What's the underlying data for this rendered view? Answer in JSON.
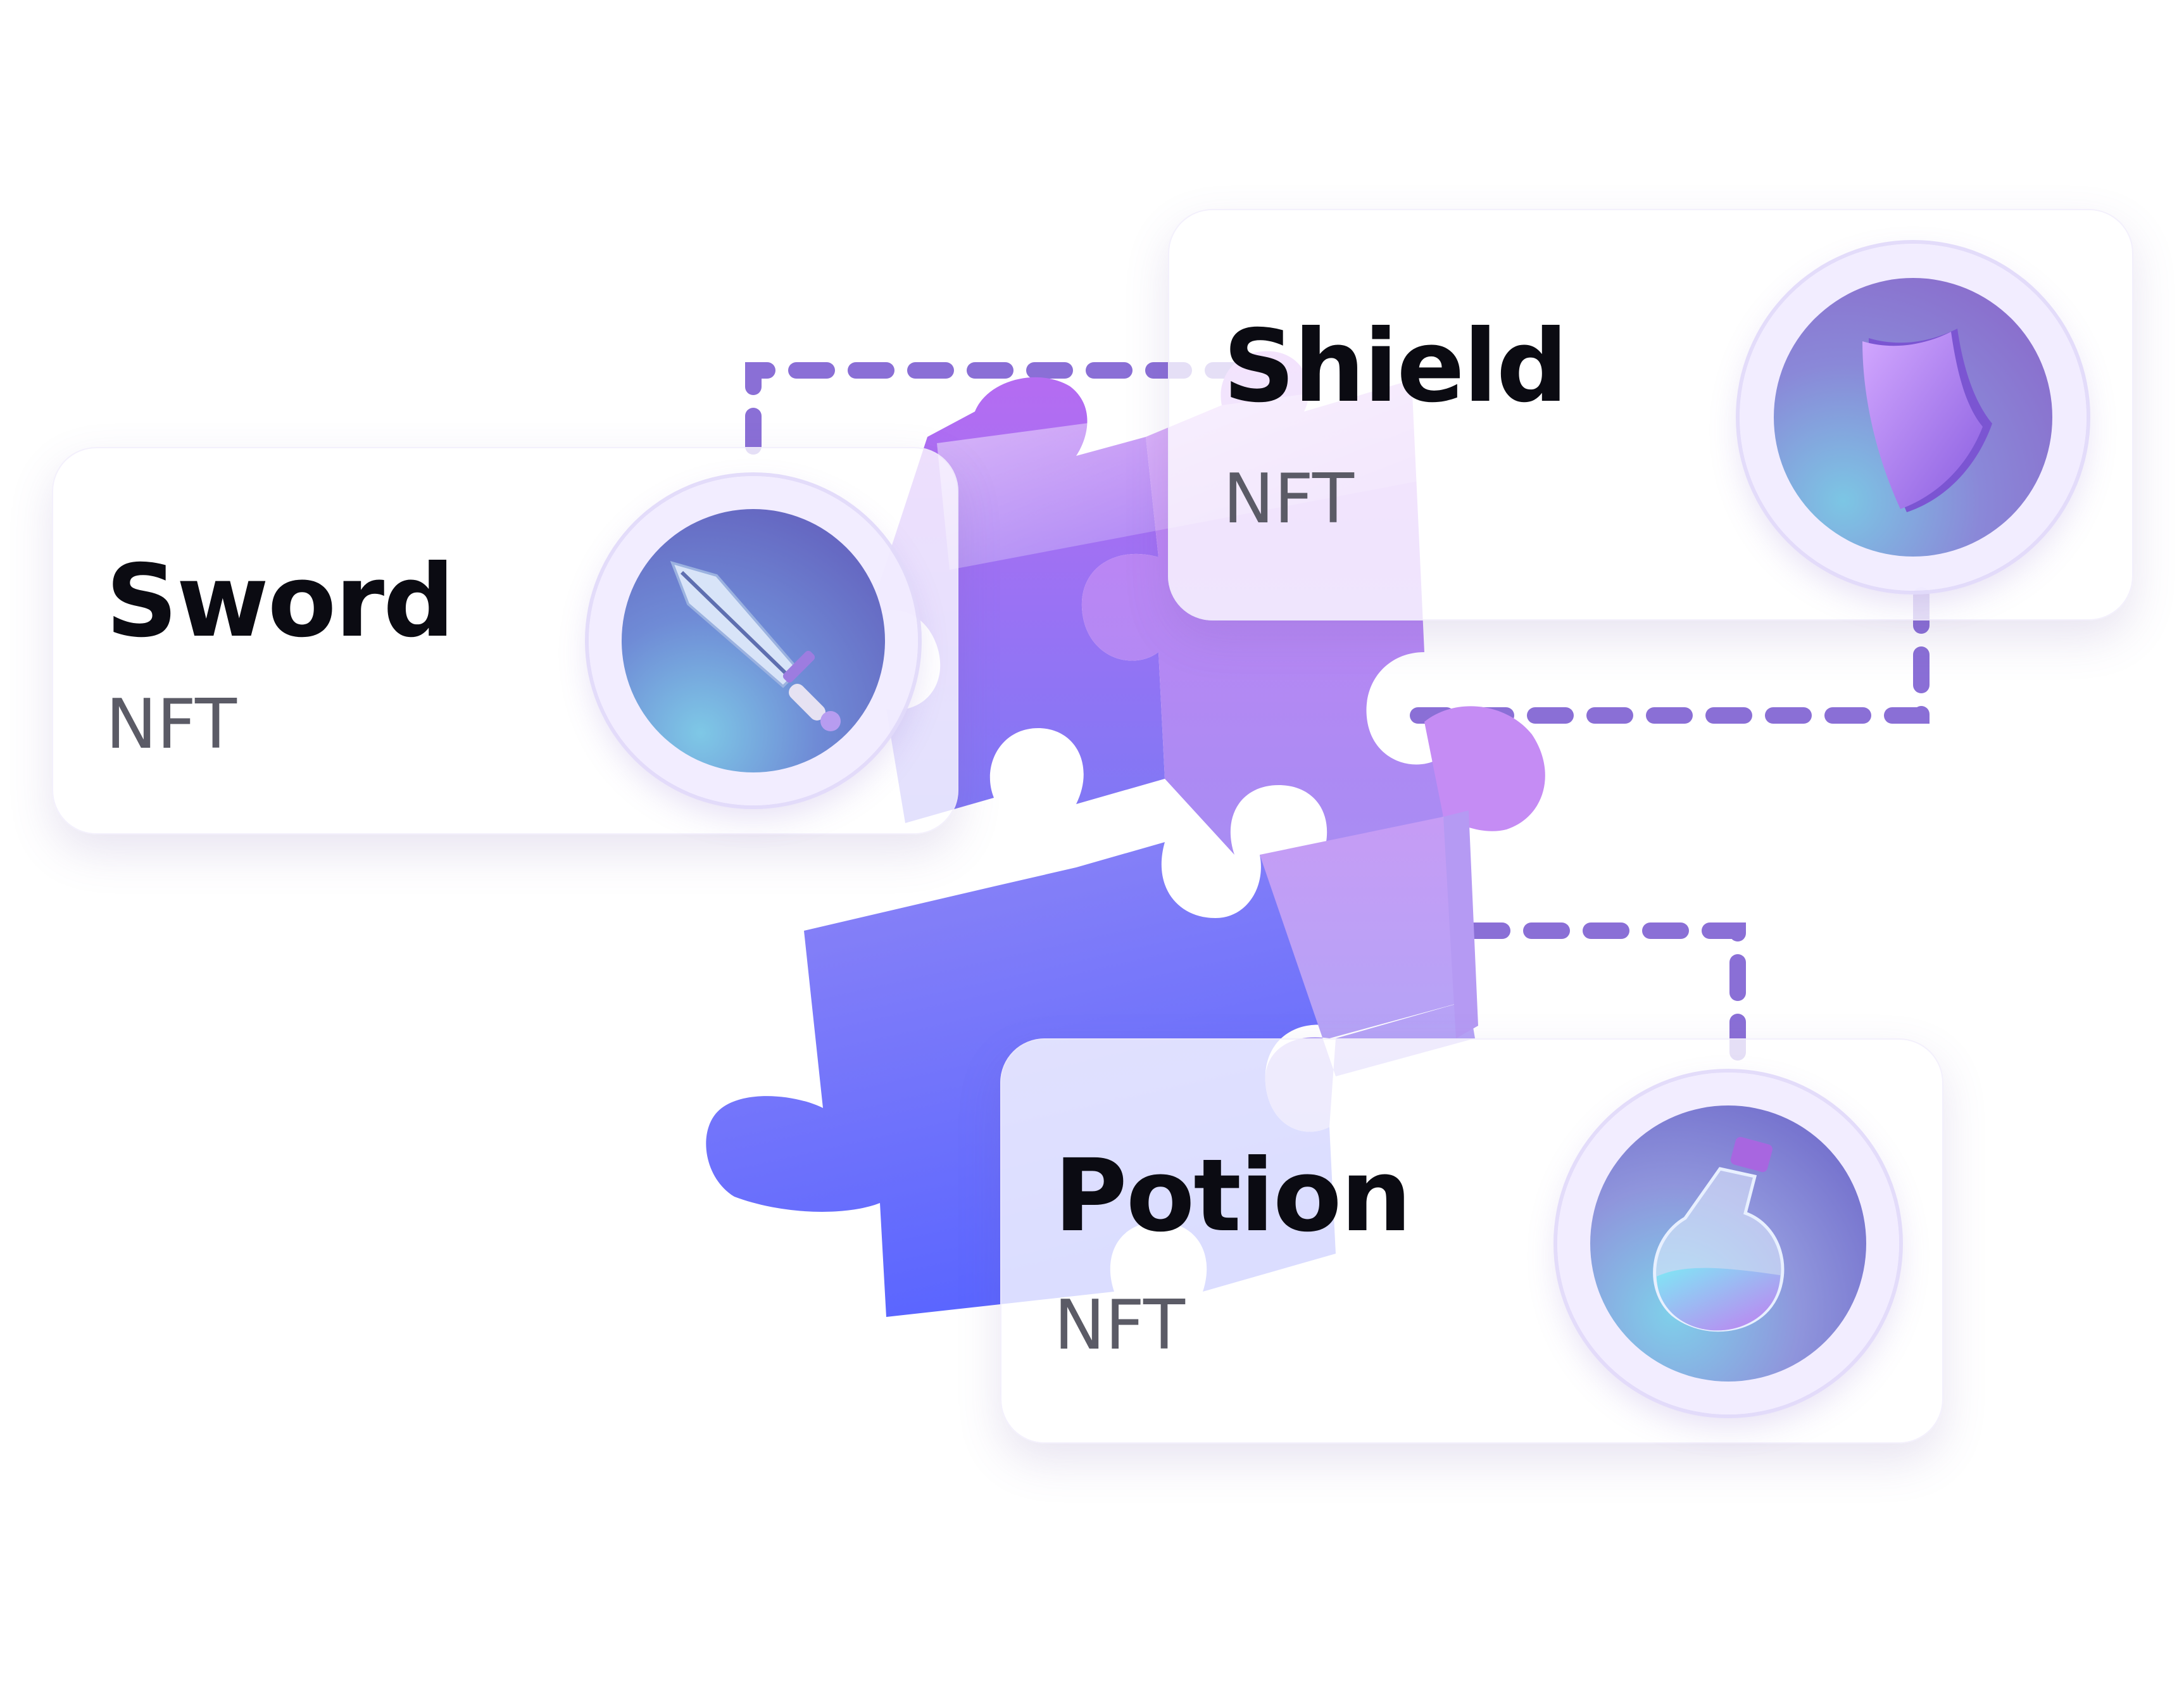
{
  "cards": {
    "sword": {
      "title": "Sword",
      "subtitle": "NFT",
      "icon": "sword-icon"
    },
    "shield": {
      "title": "Shield",
      "subtitle": "NFT",
      "icon": "shield-icon"
    },
    "potion": {
      "title": "Potion",
      "subtitle": "NFT",
      "icon": "potion-icon"
    }
  },
  "colors": {
    "puzzle_top": "#c07af0",
    "puzzle_bottom": "#5a6bff",
    "connector": "#8a6fd6",
    "title_text": "#0b0b12",
    "subtitle_text": "#5b5b66"
  }
}
